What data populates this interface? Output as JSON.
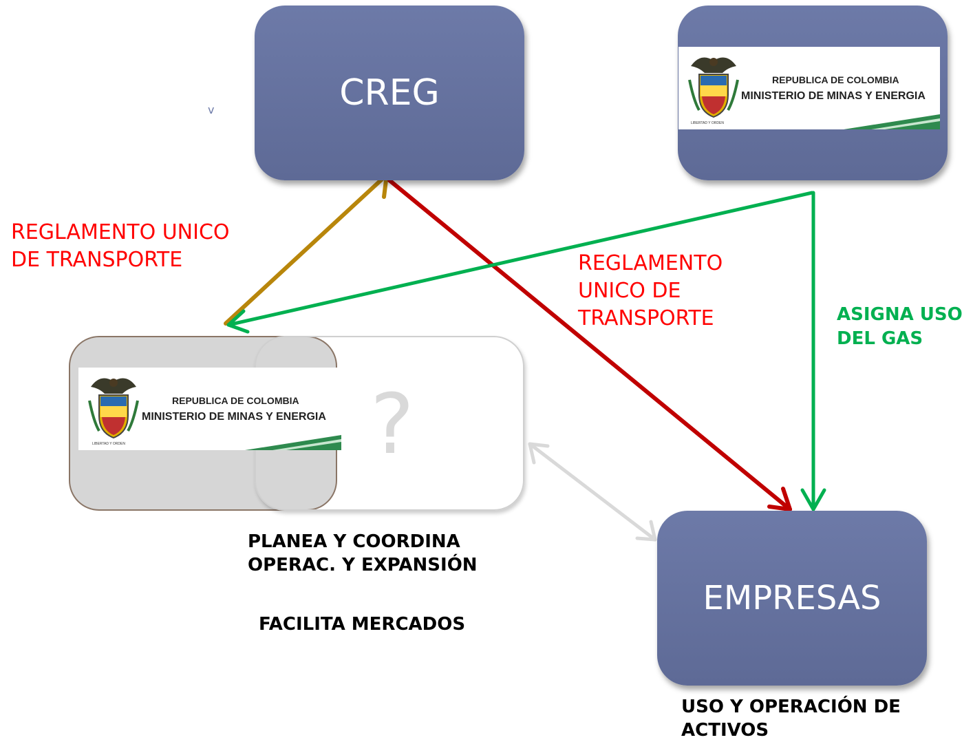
{
  "nodes": {
    "creg": "CREG",
    "empresas": "EMPRESAS",
    "unknown": "?"
  },
  "ministry_banner": {
    "line1": "REPUBLICA DE COLOMBIA",
    "line2": "MINISTERIO DE MINAS Y ENERGIA",
    "motto": "LIBERTAD Y ORDEN"
  },
  "labels": {
    "reglamento_left": "REGLAMENTO UNICO\nDE TRANSPORTE",
    "reglamento_mid": "REGLAMENTO\nUNICO DE\nTRANSPORTE",
    "asigna": "ASIGNA USO\nDEL GAS",
    "planea": "PLANEA Y COORDINA\nOPERAC. Y EXPANSIÓN",
    "facilita": "FACILITA MERCADOS",
    "uso": "USO Y OPERACIÓN DE\nACTIVOS"
  },
  "stray_mark": "v",
  "colors": {
    "box": "#6d7aa8",
    "arrow_gold": "#b8860b",
    "arrow_red": "#c00000",
    "arrow_green": "#00b050",
    "arrow_grey": "#d9d9d9",
    "label_red": "#ff0000",
    "label_green": "#00b050"
  }
}
